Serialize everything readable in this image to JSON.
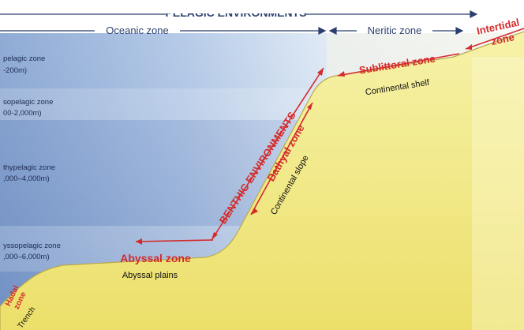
{
  "header": {
    "pelagic": "PELAGIC ENVIRONMENTS",
    "oceanic": "Oceanic zone",
    "neritic": "Neritic zone",
    "intertidal_1": "Intertidal",
    "intertidal_2": "zone"
  },
  "pelagic_layers": [
    {
      "name": "pelagic zone",
      "depth": "-200m)"
    },
    {
      "name": "sopelagic zone",
      "depth": "00-2,000m)"
    },
    {
      "name": "thypelagic zone",
      "depth": ",000–4,000m)"
    },
    {
      "name": "yssopelagic zone",
      "depth": ",000–6,000m)"
    }
  ],
  "benthic": {
    "environments": "BENTHIC ENVIRONMENTS",
    "sublittoral": "Sublittoral zone",
    "bathyal": "Bathyal zone",
    "abyssal": "Abyssal zone",
    "hadal_1": "Hadal",
    "hadal_2": "zone"
  },
  "features": {
    "continental_shelf": "Continental shelf",
    "continental_slope": "Continental slope",
    "abyssal_plains": "Abyssal plains",
    "trench": "Trench"
  },
  "colors": {
    "accent_red": "#d42a2a",
    "header_blue": "#2b3f6e",
    "seafloor_yellow": "#f3ee98"
  }
}
